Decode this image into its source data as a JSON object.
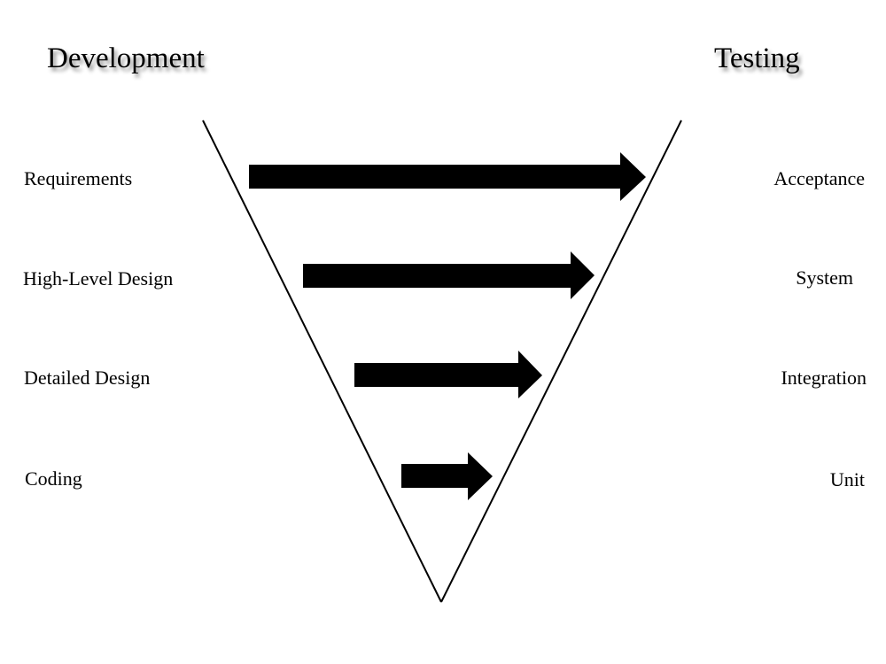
{
  "headers": {
    "development": "Development",
    "testing": "Testing"
  },
  "development_phases": [
    "Requirements",
    "High-Level Design",
    "Detailed Design",
    "Coding"
  ],
  "testing_phases": [
    "Acceptance",
    "System",
    "Integration",
    "Unit"
  ],
  "colors": {
    "line": "#000000",
    "arrow": "#000000",
    "background": "#ffffff"
  }
}
